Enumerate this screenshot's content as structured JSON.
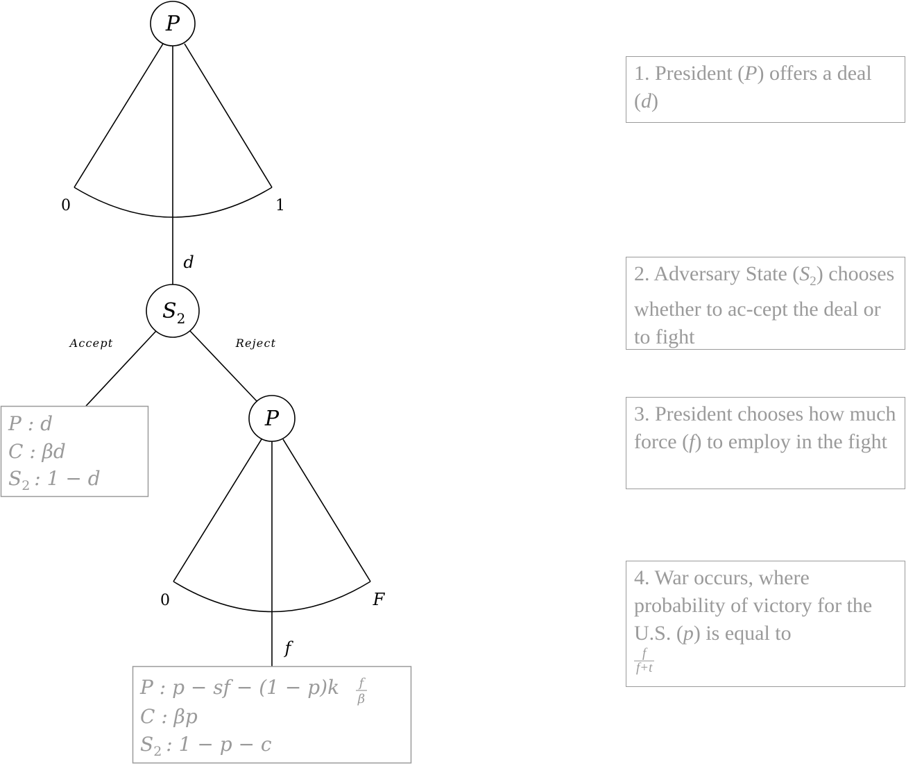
{
  "tree": {
    "root_node": "P",
    "root_range": {
      "left": "0",
      "right": "1"
    },
    "edge_to_s2": "d",
    "s2_node": {
      "base": "S",
      "sub": "2"
    },
    "branch_accept": "Accept",
    "branch_reject": "Reject",
    "p2_node": "P",
    "p2_range": {
      "left": "0",
      "right": "F"
    },
    "edge_force": "f"
  },
  "payoffs": {
    "accept": {
      "line1": "P : d",
      "line2": "C : βd",
      "line3_base": "S",
      "line3_sub": "2",
      "line3_rest": ": 1 − d"
    },
    "war": {
      "line1": "P : p − sf − (1 − p)k",
      "line1_frac_num": "f",
      "line1_frac_den": "β",
      "line2": "C : βp",
      "line3_base": "S",
      "line3_sub": "2",
      "line3_rest": ": 1 − p − c"
    }
  },
  "steps": {
    "step1": {
      "a": "1.  President (",
      "var": "P",
      "b": ") offers a deal (",
      "var2": "d",
      "c": ")"
    },
    "step2": {
      "a": "2.  Adversary State (",
      "var_base": "S",
      "var_sub": "2",
      "b": ") chooses whether to ac-cept the deal or to fight"
    },
    "step3": {
      "a": "3.  President chooses how much force (",
      "var": "f",
      "b": ") to employ in the fight"
    },
    "step4": {
      "a": "4.  War occurs, where probability of victory for the U.S. (",
      "var": "p",
      "b": ") is equal to",
      "frac_num": "f",
      "frac_den": "f+t"
    }
  }
}
